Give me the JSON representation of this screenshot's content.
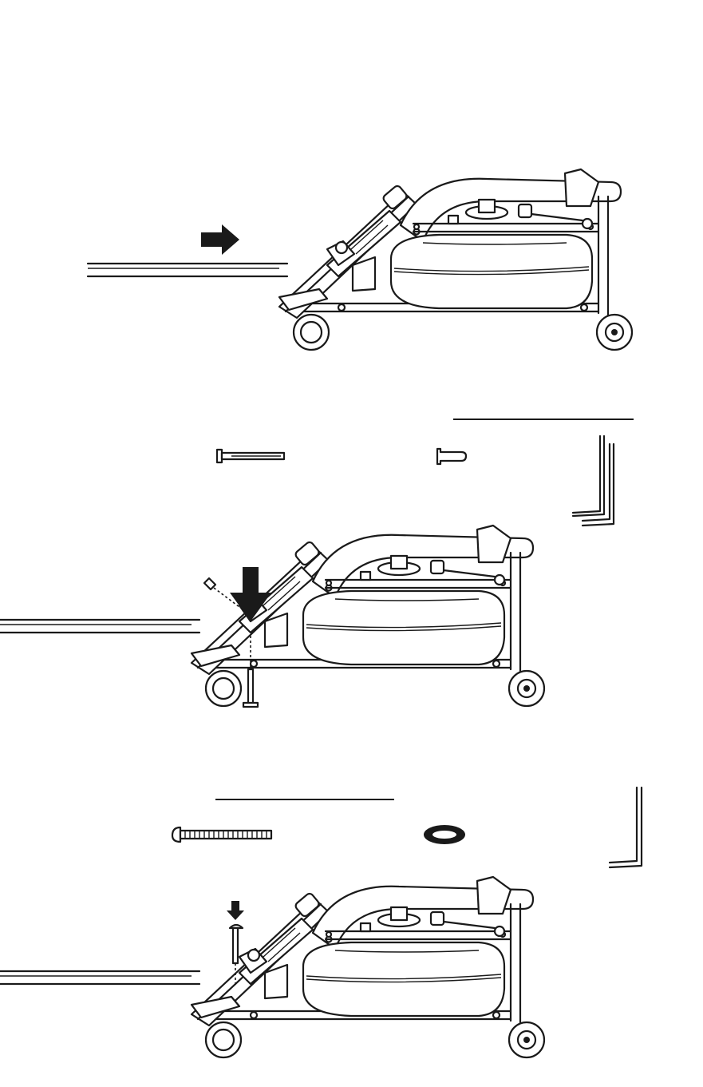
{
  "document": {
    "steps": [
      {
        "arrow_direction": "right",
        "hardware": []
      },
      {
        "arrow_direction": "down",
        "hardware": [
          "long-bolt-icon",
          "end-cap-icon",
          "allen-keys-icon"
        ]
      },
      {
        "arrow_direction": "down",
        "hardware": [
          "round-head-bolt-icon",
          "washer-icon",
          "allen-key-icon"
        ]
      }
    ],
    "colors": {
      "ink": "#1a1a1a",
      "paper": "#ffffff"
    }
  }
}
